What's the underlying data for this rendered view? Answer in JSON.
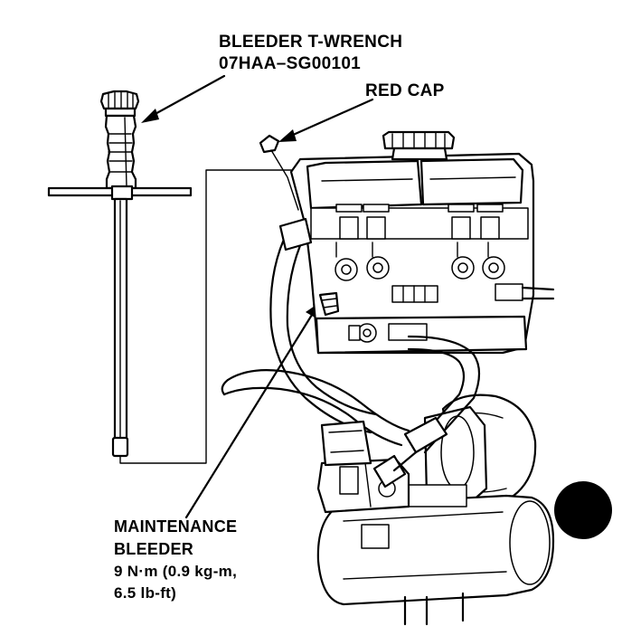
{
  "labels": {
    "tool_name": "BLEEDER T-WRENCH",
    "tool_part_number": "07HAA–SG00101",
    "red_cap": "RED CAP",
    "maintenance_bleeder_line1": "MAINTENANCE",
    "maintenance_bleeder_line2": "BLEEDER",
    "torque_line1": "9 N·m (0.9 kg-m,",
    "torque_line2": "6.5 lb-ft)"
  }
}
